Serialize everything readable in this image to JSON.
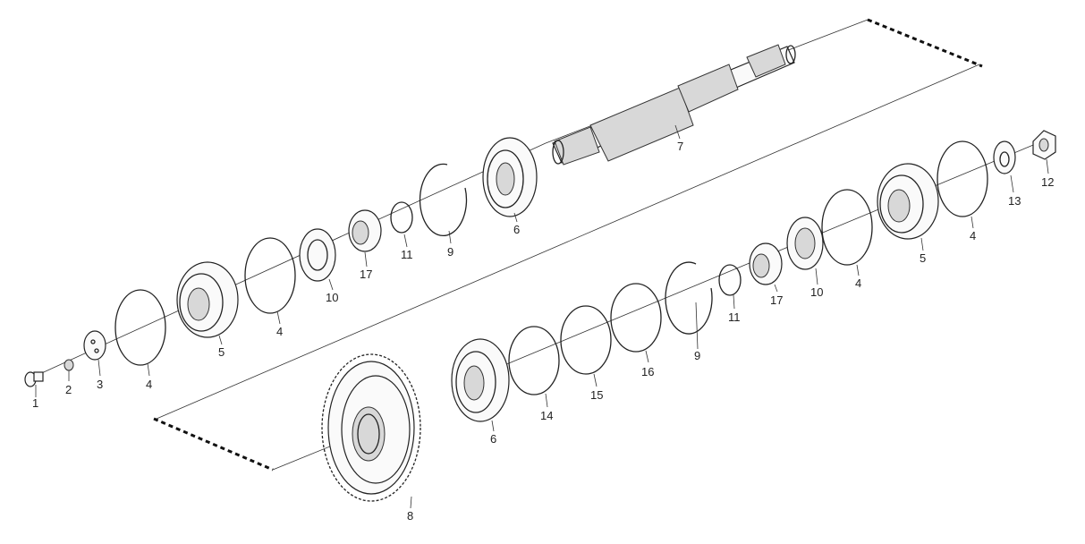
{
  "diagram": {
    "labels": {
      "p1": "1",
      "p2": "2",
      "p3": "3",
      "p4a": "4",
      "p4b": "4",
      "p4c": "4",
      "p4d": "4",
      "p5a": "5",
      "p5b": "5",
      "p6a": "6",
      "p6b": "6",
      "p7": "7",
      "p8": "8",
      "p9a": "9",
      "p9b": "9",
      "p10a": "10",
      "p10b": "10",
      "p11a": "11",
      "p11b": "11",
      "p12": "12",
      "p13": "13",
      "p14": "14",
      "p15": "15",
      "p16": "16",
      "p17a": "17",
      "p17b": "17"
    },
    "colors": {
      "line": "#222222",
      "shade": "#d8d8d8",
      "background": "#ffffff"
    }
  }
}
